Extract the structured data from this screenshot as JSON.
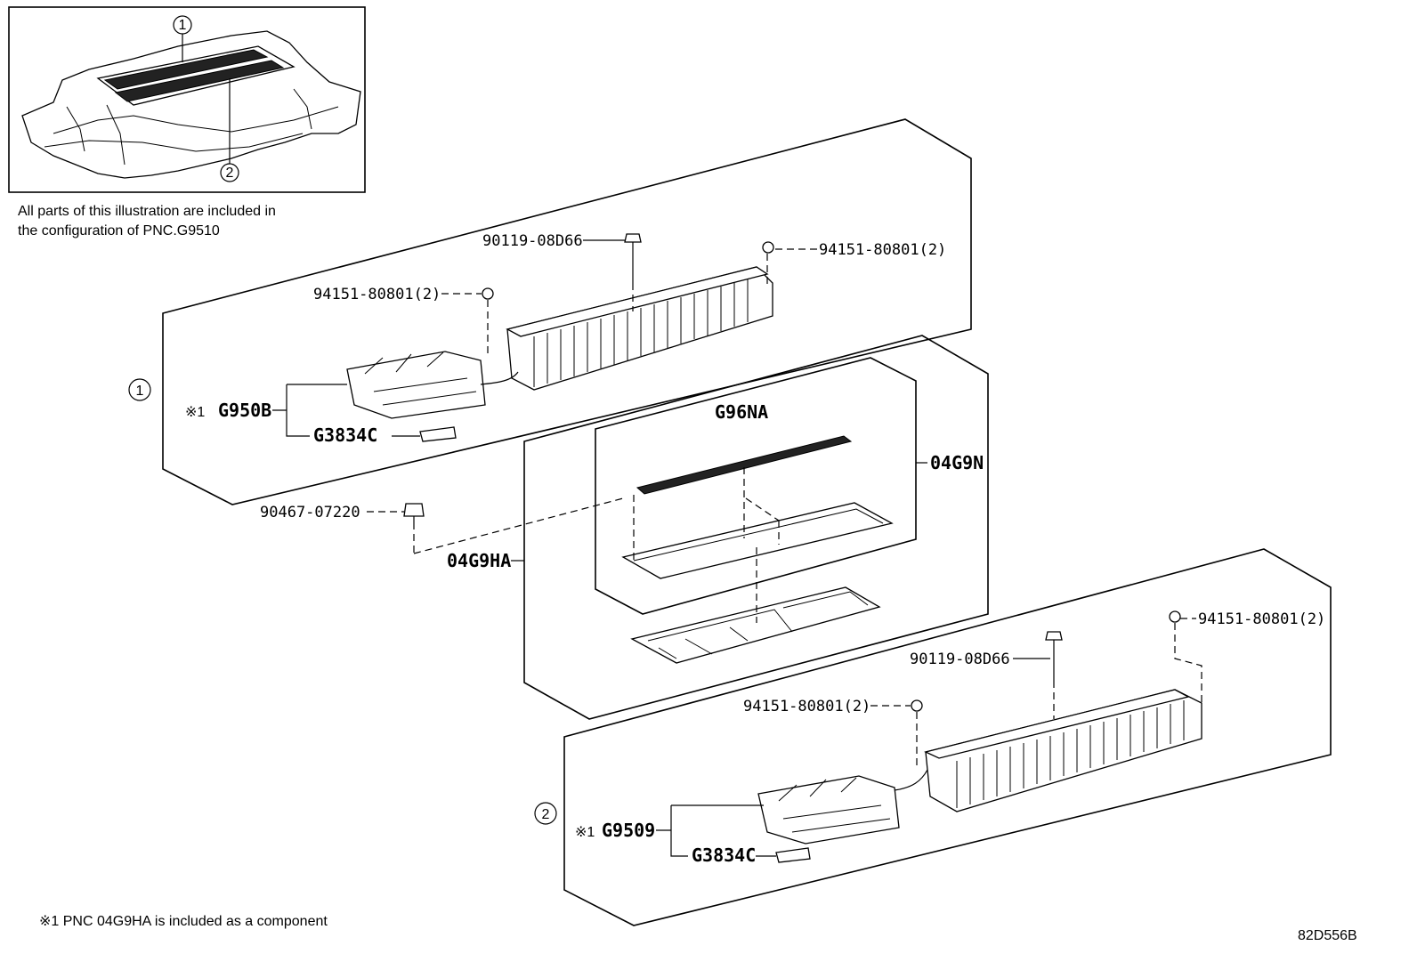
{
  "inset": {
    "callout_1": "1",
    "callout_2": "2",
    "note_line1": "All parts of this illustration are included in",
    "note_line2": "the configuration of PNC.G9510"
  },
  "group1": {
    "callout": "1",
    "bolt_top": "90119-08D66",
    "nut_right": "94151-80801(2)",
    "nut_left": "94151-80801(2)",
    "main_mark": "※1",
    "main_part": "G950B",
    "sub_part": "G3834C"
  },
  "middle": {
    "clip": "90467-07220",
    "outer_part": "04G9HA",
    "inner_part": "04G9N",
    "strip_part": "G96NA"
  },
  "group2": {
    "callout": "2",
    "nut_right": "94151-80801(2)",
    "bolt": "90119-08D66",
    "nut_left": "94151-80801(2)",
    "main_mark": "※1",
    "main_part": "G9509",
    "sub_part": "G3834C"
  },
  "footnote": "※1 PNC 04G9HA is included as a component",
  "figure_id": "82D556B"
}
